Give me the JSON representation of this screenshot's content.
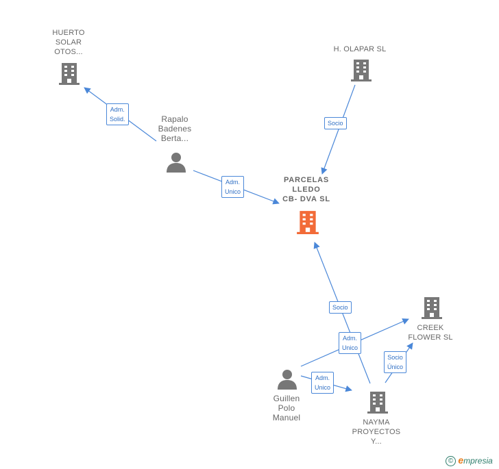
{
  "colors": {
    "edge": "#4a87d8",
    "node_company": "#777777",
    "node_main": "#f26b38",
    "node_person": "#777777"
  },
  "nodes": {
    "huerto": {
      "label": "HUERTO\nSOLAR\nOTOS...",
      "icon": "building-icon"
    },
    "olapar": {
      "label": "H.  OLAPAR SL",
      "icon": "building-icon"
    },
    "rapalo": {
      "label": "Rapalo\nBadenes\nBerta...",
      "icon": "person-icon"
    },
    "parcelas": {
      "label": "PARCELAS\nLLEDO\nCB- DVA  SL",
      "icon": "building-icon"
    },
    "creek": {
      "label": "CREEK\nFLOWER  SL",
      "icon": "building-icon"
    },
    "guillen": {
      "label": "Guillen\nPolo\nManuel",
      "icon": "person-icon"
    },
    "nayma": {
      "label": "NAYMA\nPROYECTOS\nY...",
      "icon": "building-icon"
    }
  },
  "edges": {
    "rapalo_huerto": "Adm.\nSolid.",
    "olapar_parcelas": "Socio",
    "rapalo_parcelas": "Adm.\nUnico",
    "nayma_parcelas": "Socio",
    "guillen_creek": "Adm.\nUnico",
    "nayma_creek": "Socio\nÚnico",
    "guillen_nayma": "Adm.\nUnico"
  },
  "footer": {
    "copyright": "©",
    "brand_initial": "e",
    "brand_rest": "mpresia"
  }
}
